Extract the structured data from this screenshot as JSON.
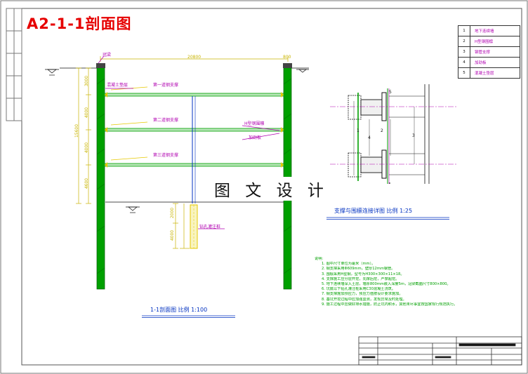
{
  "title": "A2-1-1剖面图",
  "watermark": "图 文 设 计",
  "section": {
    "crown_beam": "冠梁",
    "total_width": "20800",
    "right_dim": "800",
    "top_left_label": "混凝土垫层",
    "struts": [
      "第一道钢支撑",
      "第二道钢支撑",
      "第三道钢支撑"
    ],
    "steel_purlin": "H型钢围檩",
    "stiffener": "加劲板",
    "left_total_depth": "15600",
    "left_dims": [
      "3000",
      "4000",
      "4000",
      "4600"
    ],
    "pile_dims": [
      "2000",
      "4000"
    ],
    "pile_label": "钻孔灌注桩",
    "caption": "1-1剖面图  比例 1:100"
  },
  "detail": {
    "numbers": [
      "1",
      "4",
      "2",
      "3",
      "5"
    ],
    "caption": "支撑与围檩连接详图  比例 1:25"
  },
  "legend": [
    {
      "n": "1",
      "t": "地下连续墙"
    },
    {
      "n": "2",
      "t": "H型钢围檩"
    },
    {
      "n": "3",
      "t": "钢管支撑"
    },
    {
      "n": "4",
      "t": "加劲板"
    },
    {
      "n": "5",
      "t": "混凝土垫层"
    }
  ],
  "notes": {
    "heading": "说明:",
    "lines": [
      "1. 图中尺寸单位为毫米（mm）。",
      "2. 钢支撑采用Φ609mm，壁厚12mm钢管。",
      "3. 围檩采用H型钢，型号为H300×300×11×18。",
      "4. 支撑施工应分层开挖，先撑后挖，严禁超挖。",
      "5. 地下连续墙深入土层，墙厚800mm嵌入深度5m，冠梁截面尺寸800×800。",
      "6. 坑底以下钻孔灌注桩采用C30混凝土浇筑。",
      "7. 钢支撑施加预应力，预应力值按设计要求施加。",
      "8. 基坑开挖过程中应加强监测，发现异常及时处理。",
      "9. 施工过程中应做好排水措施，防止坑内积水，其他未尽事宜按国家现行规范执行。"
    ]
  },
  "colors": {
    "wall": "#00a000",
    "strut": "#00a000",
    "dimension": "#c8b400",
    "title": "#e60000",
    "steel": "#0030c0"
  }
}
